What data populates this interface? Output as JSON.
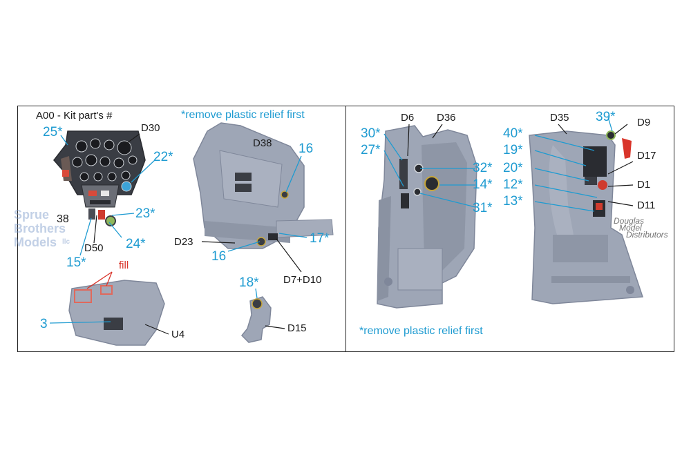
{
  "left_panel": {
    "title": "A00 - Kit part's #",
    "note": "*remove plastic relief first",
    "labels": {
      "p25": "25*",
      "d30": "D30",
      "p22": "22*",
      "p38": "38",
      "p23": "23*",
      "d50": "D50",
      "p15": "15*",
      "p24": "24*",
      "d38": "D38",
      "p16a": "16",
      "d23": "D23",
      "p16b": "16",
      "p17": "17*",
      "d7d10": "D7+D10",
      "fill": "fill",
      "p3": "3",
      "u4": "U4",
      "p18": "18*",
      "d15": "D15"
    }
  },
  "right_panel": {
    "note": "*remove plastic relief first",
    "labels": {
      "d6": "D6",
      "d36": "D36",
      "p30": "30*",
      "p27": "27*",
      "p32": "32*",
      "p14": "14*",
      "p31": "31*",
      "d35": "D35",
      "p39": "39*",
      "d9": "D9",
      "p40": "40*",
      "p19": "19*",
      "d17": "D17",
      "p20": "20*",
      "d1": "D1",
      "p12": "12*",
      "d11": "D11",
      "p13": "13*"
    }
  },
  "watermarks": {
    "sprue_line1": "Sprue",
    "sprue_line2": "Brothers",
    "sprue_line3": "Models",
    "sprue_llc": "llc",
    "douglas_line1": "Douglas",
    "douglas_line2": "Model",
    "douglas_line3": "Distributors"
  },
  "colors": {
    "label_blue": "#1e9bd1",
    "label_black": "#1a1a1a",
    "label_red": "#d9352b",
    "part_gray": "#9ea6b6",
    "part_gray_dark": "#7f879a",
    "panel_border": "#222222"
  }
}
